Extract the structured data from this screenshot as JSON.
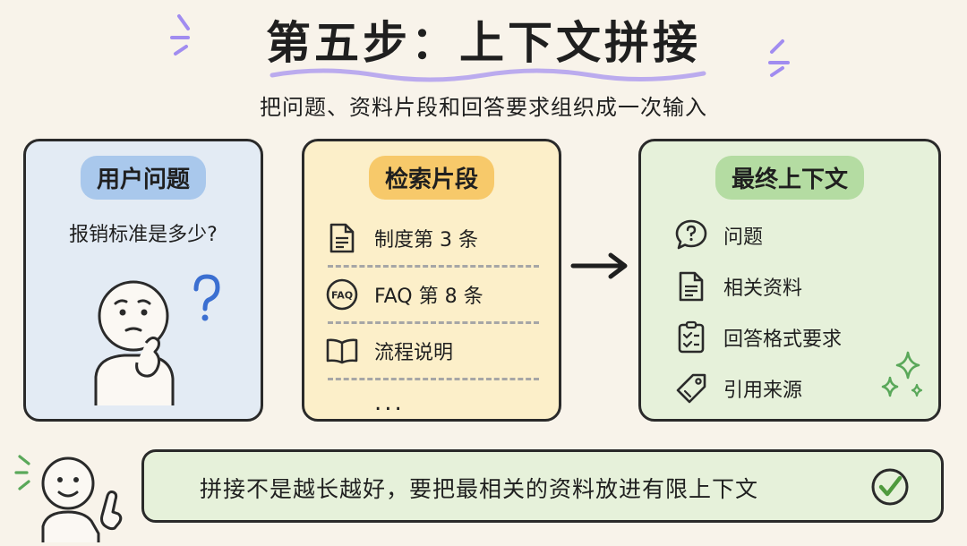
{
  "title": "第五步：上下文拼接",
  "subtitle": "把问题、资料片段和回答要求组织成一次输入",
  "cards": {
    "user": {
      "label": "用户问题",
      "question": "报销标准是多少?"
    },
    "retrieve": {
      "label": "检索片段",
      "items": [
        {
          "icon": "document-icon",
          "text": "制度第 3 条"
        },
        {
          "icon": "faq-icon",
          "icon_text": "FAQ",
          "text": "FAQ 第 8 条"
        },
        {
          "icon": "book-icon",
          "text": "流程说明"
        }
      ],
      "more": "..."
    },
    "final": {
      "label": "最终上下文",
      "items": [
        {
          "icon": "question-bubble-icon",
          "text": "问题"
        },
        {
          "icon": "document-icon",
          "text": "相关资料"
        },
        {
          "icon": "checklist-icon",
          "text": "回答格式要求"
        },
        {
          "icon": "tag-icon",
          "text": "引用来源"
        }
      ]
    }
  },
  "banner": {
    "text": "拼接不是越长越好，要把最相关的资料放进有限上下文",
    "icon": "check-circle-icon"
  },
  "colors": {
    "background": "#f8f3ea",
    "user_card": "#e3ebf4",
    "user_pill": "#a9c8ec",
    "retrieve_card": "#fcefc9",
    "retrieve_pill": "#f7c96a",
    "final_card": "#e6f1da",
    "final_pill": "#b4dca2",
    "accent_purple": "#a18cf0",
    "accent_green": "#5aa85a"
  }
}
